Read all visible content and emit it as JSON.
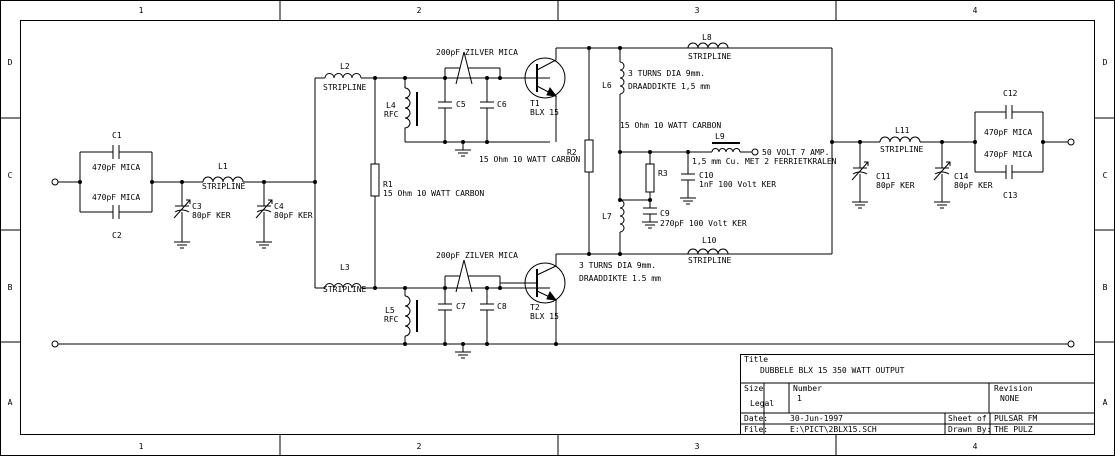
{
  "frame": {
    "cols": [
      "1",
      "2",
      "3",
      "4"
    ],
    "rows": [
      "D",
      "C",
      "B",
      "A"
    ]
  },
  "components": {
    "C1": {
      "ref": "C1",
      "value": "470pF MICA"
    },
    "C2": {
      "ref": "C2",
      "value": "470pF MICA"
    },
    "L1": {
      "ref": "L1",
      "value": "STRIPLINE"
    },
    "C3": {
      "ref": "C3",
      "value": "80pF KER"
    },
    "C4": {
      "ref": "C4",
      "value": "80pF KER"
    },
    "L2": {
      "ref": "L2",
      "value": "STRIPLINE"
    },
    "L3": {
      "ref": "L3",
      "value": "STRIPLINE"
    },
    "R1": {
      "ref": "R1",
      "value": "15 Ohm 10 WATT CARBON"
    },
    "L4": {
      "ref": "L4",
      "value": "RFC"
    },
    "L5": {
      "ref": "L5",
      "value": "RFC"
    },
    "C5": {
      "ref": "C5"
    },
    "C6": {
      "ref": "C6"
    },
    "C7": {
      "ref": "C7"
    },
    "C8": {
      "ref": "C8"
    },
    "trimmer_top": {
      "value": "200pF ZILVER MICA"
    },
    "trimmer_bottom": {
      "value": "200pF ZILVER MICA"
    },
    "T1": {
      "ref": "T1",
      "value": "BLX 15"
    },
    "T2": {
      "ref": "T2",
      "value": "BLX 15"
    },
    "R2": {
      "ref": "R2",
      "value": "15 Ohm 10 WATT CARBON"
    },
    "R3": {
      "ref": "R3"
    },
    "L6": {
      "ref": "L6",
      "line1": "3 TURNS DIA 9mm.",
      "line2": "DRAADDIKTE 1,5 mm"
    },
    "L7": {
      "ref": "L7",
      "line1": "3 TURNS DIA 9mm.",
      "line2": "DRAADDIKTE 1.5 mm"
    },
    "L8": {
      "ref": "L8",
      "value": "STRIPLINE"
    },
    "L10": {
      "ref": "L10",
      "value": "STRIPLINE"
    },
    "L9": {
      "ref": "L9",
      "value": "1,5 mm Cu. MET 2 FERRIETKRALEN",
      "supply": "50 VOLT 7 AMP."
    },
    "C10": {
      "ref": "C10",
      "value": "1nF 100 Volt KER"
    },
    "C9": {
      "ref": "C9",
      "value": "270pF 100 Volt KER"
    },
    "L11": {
      "ref": "L11",
      "value": "STRIPLINE"
    },
    "C11": {
      "ref": "C11",
      "value": "80pF KER"
    },
    "C14": {
      "ref": "C14",
      "value": "80pF KER"
    },
    "C12": {
      "ref": "C12",
      "value": "470pF MICA"
    },
    "C13": {
      "ref": "C13",
      "value": "470pF MICA"
    }
  },
  "title_block": {
    "title_label": "Title",
    "title": "DUBBELE BLX 15 350 WATT OUTPUT",
    "size_label": "Size",
    "size": "Legal",
    "number_label": "Number",
    "number": "1",
    "revision_label": "Revision",
    "revision": "NONE",
    "date_label": "Date:",
    "date": "30-Jun-1997",
    "sheet_label": "Sheet",
    "of_label": "of",
    "sheet_value": "PULSAR FM",
    "file_label": "File:",
    "file": "E:\\PICT\\2BLX15.SCH",
    "drawn_label": "Drawn By:",
    "drawn": "THE PULZ"
  }
}
